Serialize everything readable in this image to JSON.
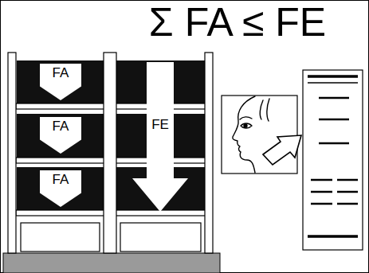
{
  "diagram": {
    "title": "Σ FA ≤ FE",
    "nodes": [
      {
        "text": [
          "FA"
        ]
      },
      {
        "text": [
          "FA"
        ]
      },
      {
        "text": [
          "FA"
        ]
      },
      {
        "text": [
          "FE"
        ]
      }
    ]
  }
}
